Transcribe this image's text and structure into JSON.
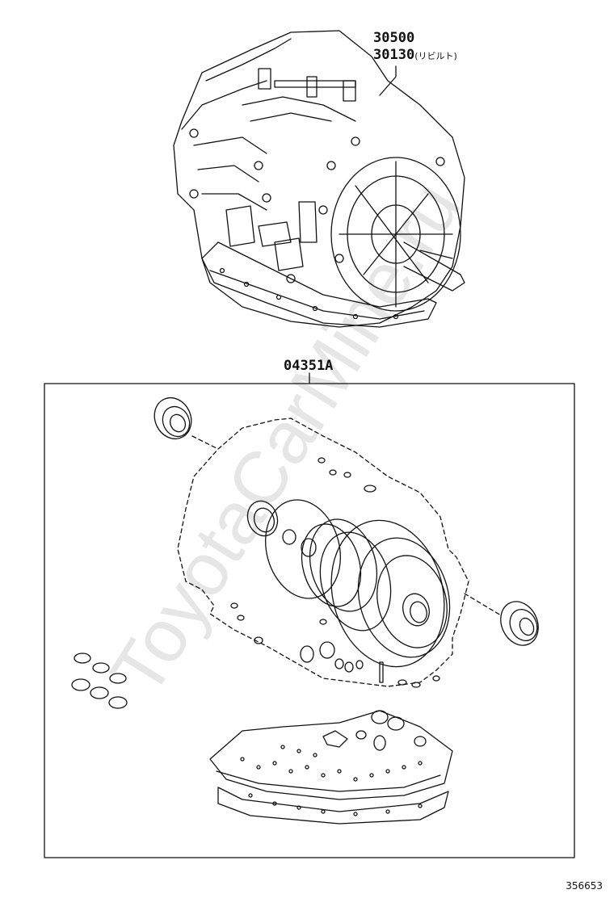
{
  "parts": {
    "transaxle_assy": "30500",
    "transaxle_rebuilt_number": "30130",
    "transaxle_rebuilt_note": "(リビルト)",
    "gasket_kit": "04351A"
  },
  "watermark": "ToyotaCarMine.ru",
  "reference_number": "356653",
  "colors": {
    "line": "#111111",
    "watermark": "#e6e6e6"
  }
}
